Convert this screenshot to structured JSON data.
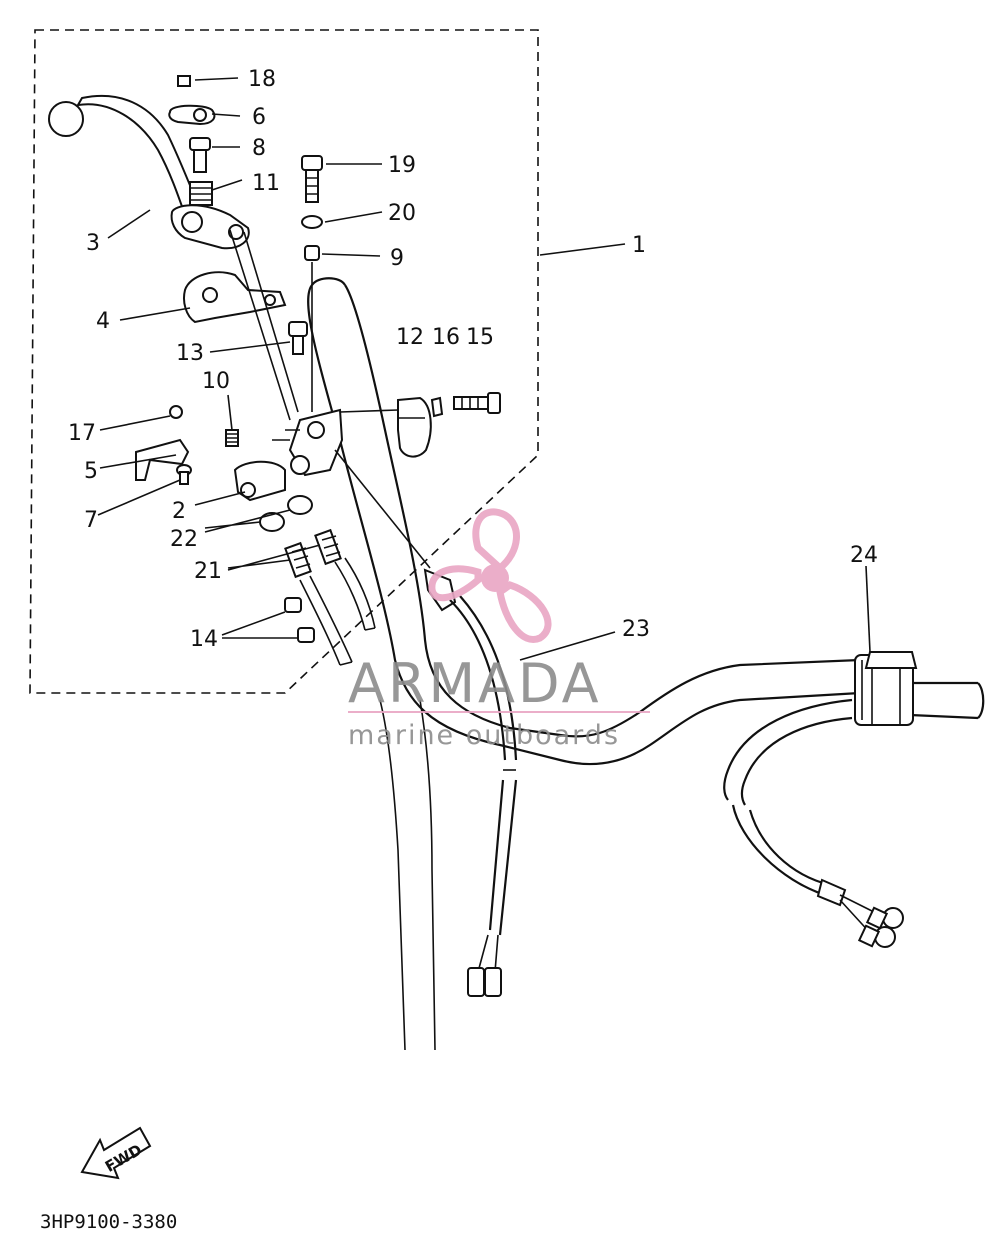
{
  "callouts": {
    "c1": "1",
    "c2": "2",
    "c3": "3",
    "c4": "4",
    "c5": "5",
    "c6": "6",
    "c7": "7",
    "c8": "8",
    "c9": "9",
    "c10": "10",
    "c11": "11",
    "c12": "12",
    "c13": "13",
    "c14": "14",
    "c15": "15",
    "c16": "16",
    "c17": "17",
    "c18": "18",
    "c19": "19",
    "c20": "20",
    "c21": "21",
    "c22": "22",
    "c23": "23",
    "c24": "24"
  },
  "diagram_code": "3HP9100-3380",
  "fwd_label": "FWD",
  "watermark": {
    "brand": "ARMADA",
    "tagline": "marine outboards",
    "logo_color": "#e9a6c4",
    "text_color": "#8c8c8c"
  }
}
